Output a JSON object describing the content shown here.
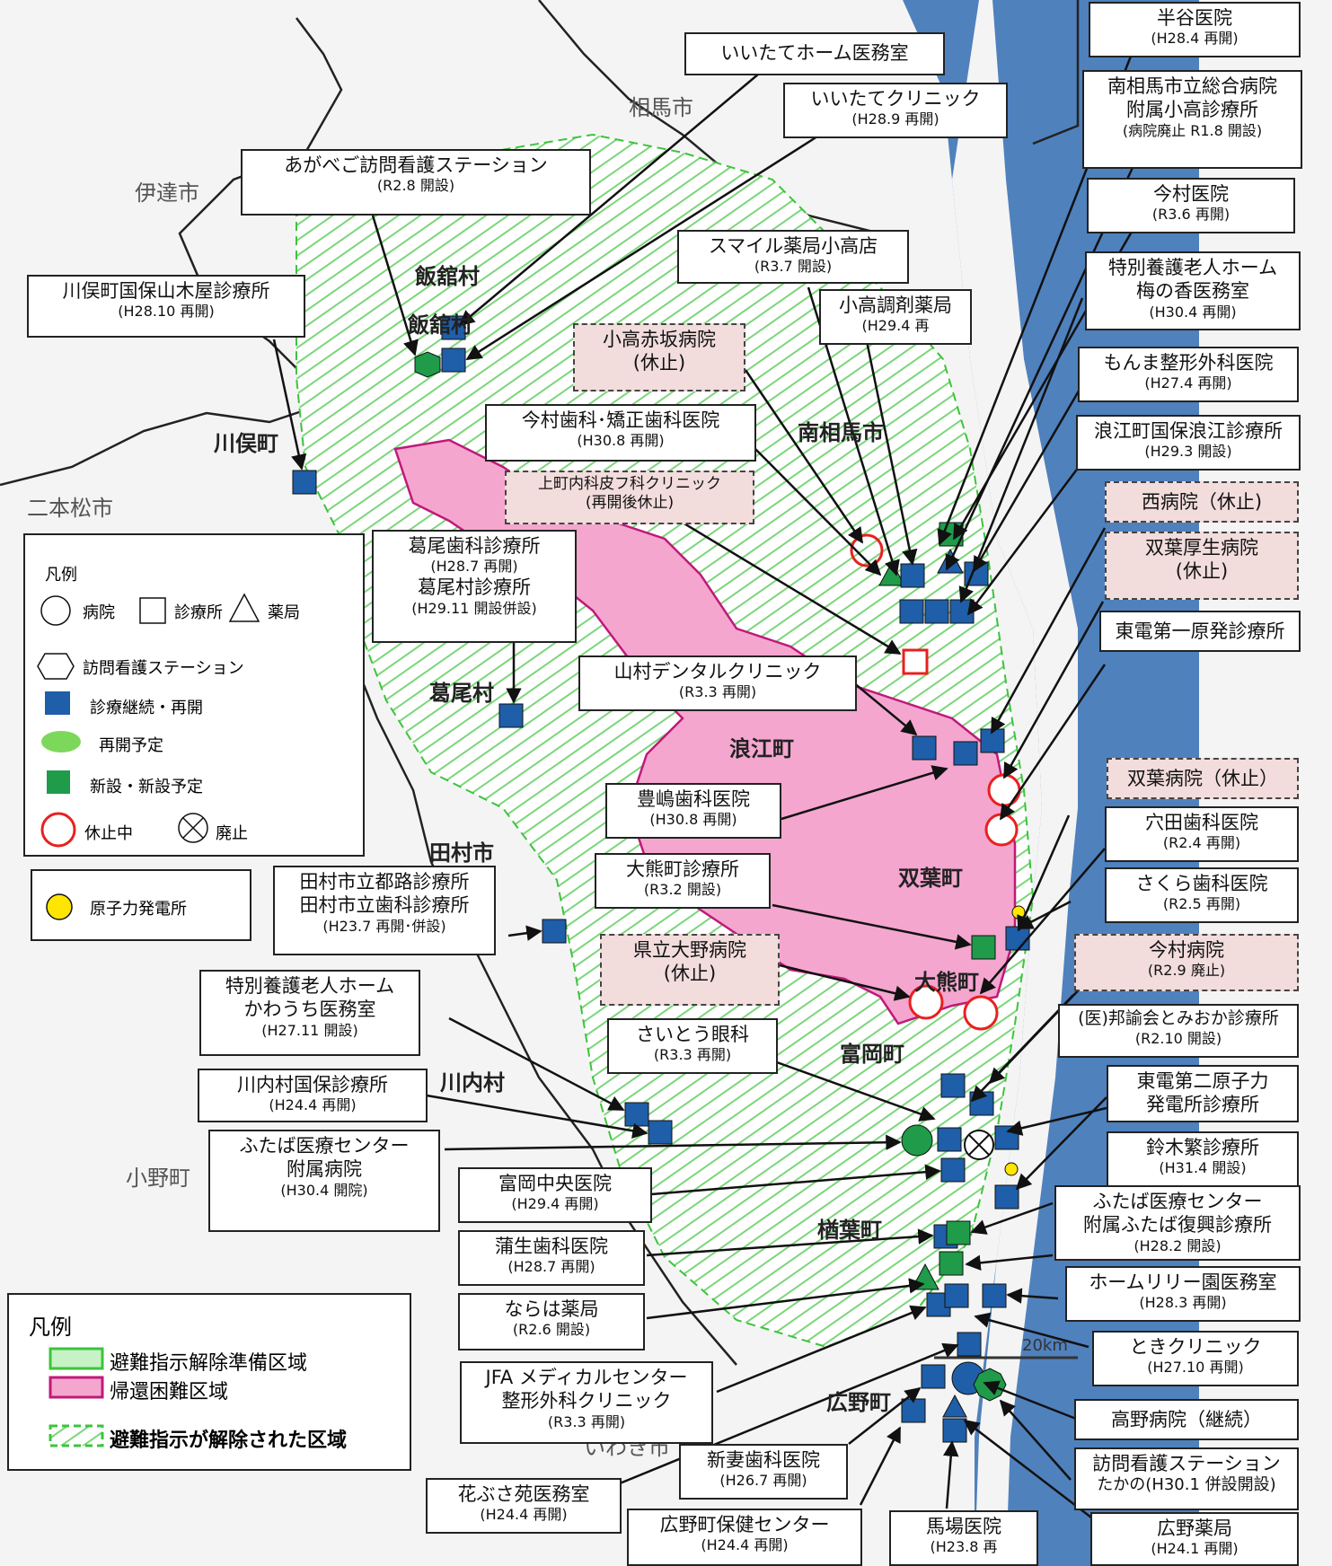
{
  "colors": {
    "sea": "#4f81bd",
    "evacuation_ready": "#c6f2c6",
    "restricted": "#f4a6cf",
    "lifted": "#3cc43c",
    "active": "#1f5ea8",
    "new": "#1f9b4a",
    "closed_ring": "#e8201f"
  },
  "places": {
    "soma": "相馬市",
    "date": "伊達市",
    "iitate": "飯舘村",
    "iitate2": "飯舘村",
    "kawamata": "川俣町",
    "nihonmatsu": "二本松市",
    "minamisoma": "南相馬市",
    "katsurao": "葛尾村",
    "namie": "浪江町",
    "tamura": "田村市",
    "futaba": "双葉町",
    "okuma": "大熊町",
    "kawauchi": "川内村",
    "tomioka": "富岡町",
    "ono": "小野町",
    "naraha": "楢葉町",
    "hirono": "広野町",
    "iwaki": "いわき市"
  },
  "legend1": {
    "title": "凡例",
    "hospital": "病院",
    "clinic": "診療所",
    "pharmacy": "薬局",
    "nursing": "訪問看護ステーション",
    "active": "診療継続・再開",
    "planned": "再開予定",
    "new": "新設・新設予定",
    "suspended": "休止中",
    "abolished": "廃止"
  },
  "legend_npp": "原子力発電所",
  "legend2": {
    "title": "凡例",
    "ready": "避難指示解除準備区域",
    "restricted": "帰還困難区域",
    "lifted": "避難指示が解除された区域"
  },
  "scale": "20km",
  "labels": {
    "hanya": {
      "n": "半谷医院",
      "s": "(H28.4 再開)"
    },
    "iitate_home": {
      "n": "いいたてホーム医務室",
      "s": ""
    },
    "iitate_clinic": {
      "n": "いいたてクリニック",
      "s": "(H28.9 再開)"
    },
    "odaka": {
      "n": "南相馬市立総合病院",
      "n2": "附属小高診療所",
      "s": "(病院廃止 R1.8 開設)"
    },
    "agabego": {
      "n": "あがべご訪問看護ステーション",
      "s": "(R2.8 開設)"
    },
    "imamura_iin": {
      "n": "今村医院",
      "s": "(R3.6 再開)"
    },
    "smile": {
      "n": "スマイル薬局小高店",
      "s": "(R3.7 開設)"
    },
    "umenoka": {
      "n": "特別養護老人ホーム",
      "n2": "梅の香医務室",
      "s": "(H30.4 再開)"
    },
    "kawamata_clinic": {
      "n": "川俣町国保山木屋診療所",
      "s": "(H28.10 再開)"
    },
    "odaka_pharm": {
      "n": "小高調剤薬局",
      "s": "(H29.4 再"
    },
    "odaka_akasaka": {
      "n": "小高赤坂病院",
      "s": "(休止)"
    },
    "monma": {
      "n": "もんま整形外科医院",
      "s": "(H27.4 再開)"
    },
    "imamura_dental": {
      "n": "今村歯科･矯正歯科医院",
      "s": "(H30.8 再開)"
    },
    "namie_clinic": {
      "n": "浪江町国保浪江診療所",
      "s": "(H29.3 開設)"
    },
    "kamimachi": {
      "n": "上町内科皮フ科クリニック",
      "s": "(再開後休止)"
    },
    "nishi": {
      "n": "西病院（休止)",
      "s": ""
    },
    "katsurao_clinic": {
      "n": "葛尾歯科診療所",
      "s": "(H28.7 再開)",
      "n2": "葛尾村診療所",
      "s2": "(H29.11 開設併設)"
    },
    "futaba_kosei": {
      "n": "双葉厚生病院",
      "s": "(休止)"
    },
    "tepco1": {
      "n": "東電第一原発診療所",
      "s": ""
    },
    "yamamura": {
      "n": "山村デンタルクリニック",
      "s": "(R3.3 再開)"
    },
    "toyoshima": {
      "n": "豊嶋歯科医院",
      "s": "(H30.8 再開)"
    },
    "futaba_hosp": {
      "n": "双葉病院（休止）",
      "s": ""
    },
    "anada": {
      "n": "穴田歯科医院",
      "s": "(R2.4 再開)"
    },
    "okuma_clinic": {
      "n": "大熊町診療所",
      "s": "(R3.2 開設)"
    },
    "tamura_clinic": {
      "n": "田村市立都路診療所",
      "n2": "田村市立歯科診療所",
      "s": "(H23.7 再開･併設)"
    },
    "sakura": {
      "n": "さくら歯科医院",
      "s": "(R2.5 再開)"
    },
    "ohno": {
      "n": "県立大野病院",
      "s": "(休止)"
    },
    "imamura_hosp": {
      "n": "今村病院",
      "s": "(R2.9 廃止)"
    },
    "kawauchi_home": {
      "n": "特別養護老人ホーム",
      "n2": "かわうち医務室",
      "s": "(H27.11 開設)"
    },
    "saito": {
      "n": "さいとう眼科",
      "s": "(R3.3 再開)"
    },
    "tomioka_clinic": {
      "n": "(医)邦諭会とみおか診療所",
      "s": "(R2.10 開設)"
    },
    "kawauchi_clinic": {
      "n": "川内村国保診療所",
      "s": "(H24.4 再開)"
    },
    "tepco2": {
      "n": "東電第二原子力",
      "n2": "発電所診療所",
      "s": ""
    },
    "futaba_center": {
      "n": "ふたば医療センター",
      "n2": "附属病院",
      "s": "(H30.4 開院)"
    },
    "suzuki": {
      "n": "鈴木繁診療所",
      "s": "(H31.4 開設)"
    },
    "tomioka_chuo": {
      "n": "富岡中央医院",
      "s": "(H29.4 再開)"
    },
    "futaba_fukko": {
      "n": "ふたば医療センター",
      "n2": "附属ふたば復興診療所",
      "s": "(H28.2 開設)"
    },
    "gamou": {
      "n": "蒲生歯科医院",
      "s": "(H28.7 再開)"
    },
    "homelily": {
      "n": "ホームリリー園医務室",
      "s": "(H28.3 再開)"
    },
    "naraha_pharm": {
      "n": "ならは薬局",
      "s": "(R2.6 開設)"
    },
    "toki": {
      "n": "ときクリニック",
      "s": "(H27.10 再開)"
    },
    "jfa": {
      "n": "JFA メディカルセンター",
      "n2": "整形外科クリニック",
      "s": "(R3.3 再開)"
    },
    "takano": {
      "n": "高野病院（継続）",
      "s": ""
    },
    "shinzuma": {
      "n": "新妻歯科医院",
      "s": "(H26.7 再開)"
    },
    "takano_nurse": {
      "n": "訪問看護ステーション",
      "n2": "たかの(H30.1 併設開設)",
      "s": ""
    },
    "hanabusa": {
      "n": "花ぶさ苑医務室",
      "s": "(H24.4 再開)"
    },
    "hirono_health": {
      "n": "広野町保健センター",
      "s": "(H24.4 再開)"
    },
    "baba": {
      "n": "馬場医院",
      "s": "(H23.8 再"
    },
    "hirono_pharm": {
      "n": "広野薬局",
      "s": "(H24.1 再開)"
    }
  }
}
